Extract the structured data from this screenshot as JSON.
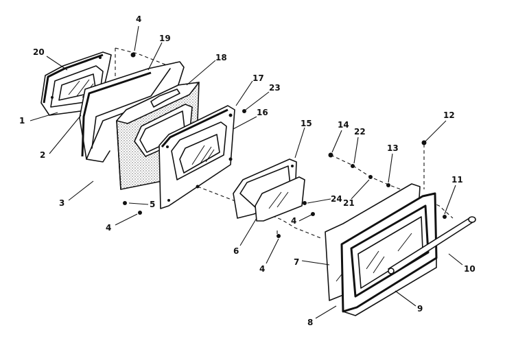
{
  "diagram": {
    "callouts": [
      "20",
      "1",
      "2",
      "3",
      "4",
      "19",
      "18",
      "17",
      "23",
      "16",
      "5",
      "4",
      "15",
      "24",
      "4",
      "6",
      "4",
      "14",
      "22",
      "13",
      "12",
      "21",
      "11",
      "7",
      "8",
      "9",
      "10"
    ]
  }
}
